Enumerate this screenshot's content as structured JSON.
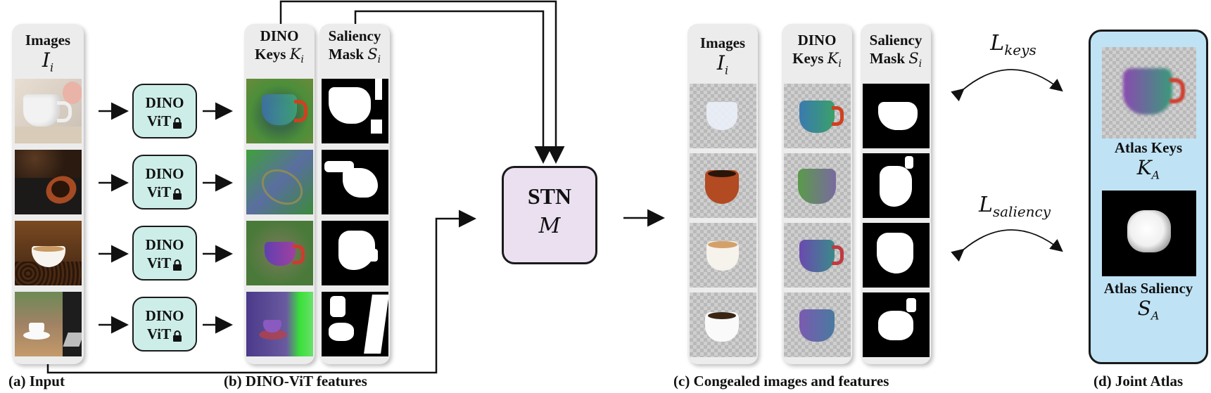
{
  "input_column": {
    "title": "Images",
    "symbol": "I",
    "subscript": "i"
  },
  "dino_block": {
    "line1": "DINO",
    "line2": "ViT"
  },
  "keys_column": {
    "title": "DINO",
    "title2": "Keys",
    "symbol": "K",
    "subscript": "i"
  },
  "saliency_column": {
    "title": "Saliency",
    "title2": "Mask",
    "symbol": "S",
    "subscript": "i"
  },
  "stn": {
    "label": "STN",
    "symbol": "M"
  },
  "congealed": {
    "images": {
      "title": "Images",
      "symbol": "I",
      "subscript": "i"
    },
    "keys": {
      "title": "DINO",
      "title2": "Keys",
      "symbol": "K",
      "subscript": "i"
    },
    "saliency": {
      "title": "Saliency",
      "title2": "Mask",
      "symbol": "S",
      "subscript": "i"
    }
  },
  "losses": {
    "keys": {
      "symbol": "L",
      "subscript": "keys"
    },
    "saliency": {
      "symbol": "L",
      "subscript": "saliency"
    }
  },
  "atlas": {
    "keys_label": "Atlas Keys",
    "keys_symbol": "K",
    "keys_sub": "A",
    "saliency_label": "Atlas Saliency",
    "saliency_symbol": "S",
    "saliency_sub": "A"
  },
  "captions": {
    "a": "(a) Input",
    "b": "(b) DINO-ViT features",
    "c": "(c) Congealed images and features",
    "d": "(d) Joint Atlas"
  },
  "colors": {
    "dino_box": "#cdeee8",
    "stn_box": "#ebe0f0",
    "atlas_box": "#bfe3f5",
    "panel": "#ececec"
  }
}
